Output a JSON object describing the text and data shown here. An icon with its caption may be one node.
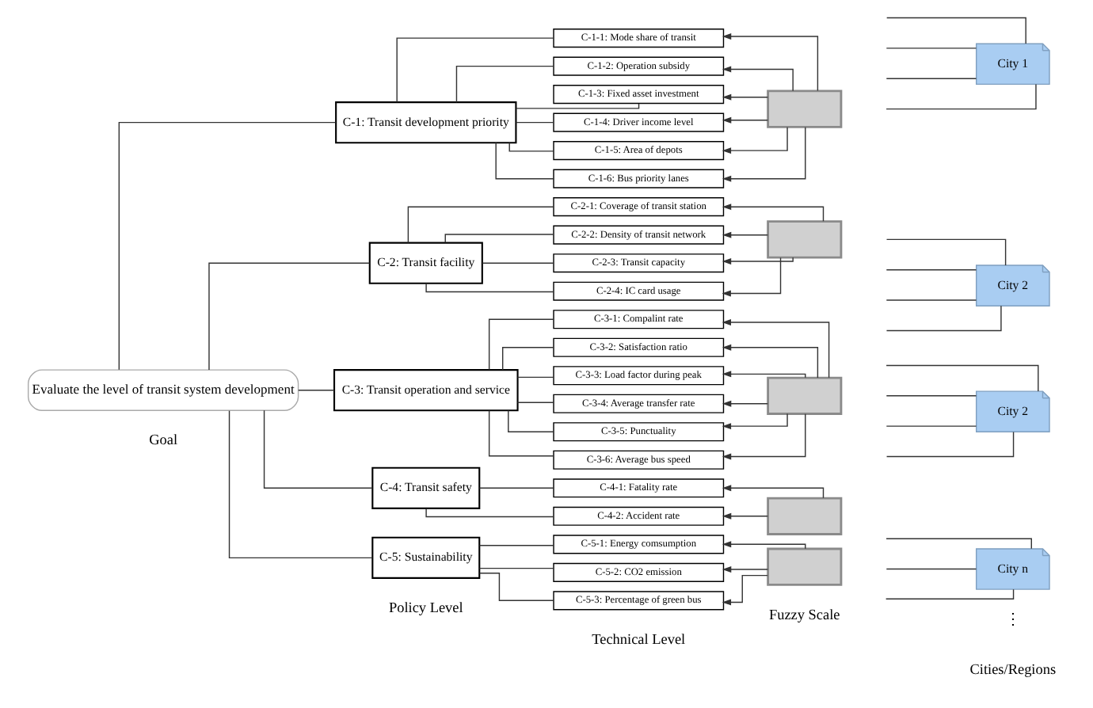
{
  "diagram": {
    "nodes": [
      {
        "text": [
          "Evaluate the level of transit system development"
        ]
      },
      {
        "text": [
          "C-1: Transit development priority"
        ]
      },
      {
        "text": [
          "C-1-1: Mode share of transit"
        ]
      },
      {
        "text": [
          "C-1-2: Operation subsidy"
        ]
      },
      {
        "text": [
          "C-1-3: Fixed asset investment"
        ]
      },
      {
        "text": [
          "C-1-4: Driver income level"
        ]
      },
      {
        "text": [
          "C-1-5: Area of depots"
        ]
      },
      {
        "text": [
          "C-1-6: Bus priority lanes"
        ]
      },
      {
        "text": [
          "C-2: Transit facility"
        ]
      },
      {
        "text": [
          "C-2-1: Coverage of transit station"
        ]
      },
      {
        "text": [
          "C-2-2: Density of transit network"
        ]
      },
      {
        "text": [
          "C-2-3: Transit capacity"
        ]
      },
      {
        "text": [
          "C-2-4: IC card usage"
        ]
      },
      {
        "text": [
          "C-3: Transit operation and service"
        ]
      },
      {
        "text": [
          "C-3-1: Compalint rate"
        ]
      },
      {
        "text": [
          "C-3-2: Satisfaction ratio"
        ]
      },
      {
        "text": [
          "C-3-3: Load factor during peak"
        ]
      },
      {
        "text": [
          "C-3-4: Average transfer rate"
        ]
      },
      {
        "text": [
          "C-3-5: Punctuality"
        ]
      },
      {
        "text": [
          "C-3-6: Average bus speed"
        ]
      },
      {
        "text": [
          "C-4: Transit safety"
        ]
      },
      {
        "text": [
          "C-4-1: Fatality rate"
        ]
      },
      {
        "text": [
          "C-4-2: Accident rate"
        ]
      },
      {
        "text": [
          "C-5: Sustainability"
        ]
      },
      {
        "text": [
          "C-5-1: Energy comsumption"
        ]
      },
      {
        "text": [
          "C-5-2: CO2 emission"
        ]
      },
      {
        "text": [
          "C-5-3: Percentage of green bus"
        ]
      },
      {
        "text": [],
        "shape": "box"
      },
      {
        "text": [],
        "shape": "box"
      },
      {
        "text": [],
        "shape": "box"
      },
      {
        "text": [],
        "shape": "box"
      },
      {
        "text": [],
        "shape": "box"
      },
      {
        "text": [
          "City 1"
        ]
      },
      {
        "text": [
          "City 2"
        ]
      },
      {
        "text": [
          "City 2"
        ]
      },
      {
        "text": [
          "City n"
        ]
      }
    ],
    "edges": [
      {
        "from": 0,
        "to": 1,
        "arrow": "none"
      },
      {
        "from": 0,
        "to": 8,
        "arrow": "none"
      },
      {
        "from": 0,
        "to": 13,
        "arrow": "none"
      },
      {
        "from": 0,
        "to": 20,
        "arrow": "none"
      },
      {
        "from": 0,
        "to": 23,
        "arrow": "none"
      },
      {
        "from": 1,
        "to": 2,
        "arrow": "none"
      },
      {
        "from": 1,
        "to": 3,
        "arrow": "none"
      },
      {
        "from": 1,
        "to": 4,
        "arrow": "none"
      },
      {
        "from": 1,
        "to": 5,
        "arrow": "none"
      },
      {
        "from": 1,
        "to": 6,
        "arrow": "none"
      },
      {
        "from": 1,
        "to": 7,
        "arrow": "none"
      },
      {
        "from": 8,
        "to": 9,
        "arrow": "none"
      },
      {
        "from": 8,
        "to": 10,
        "arrow": "none"
      },
      {
        "from": 8,
        "to": 11,
        "arrow": "none"
      },
      {
        "from": 8,
        "to": 12,
        "arrow": "none"
      },
      {
        "from": 13,
        "to": 14,
        "arrow": "none"
      },
      {
        "from": 13,
        "to": 15,
        "arrow": "none"
      },
      {
        "from": 13,
        "to": 16,
        "arrow": "none"
      },
      {
        "from": 13,
        "to": 17,
        "arrow": "none"
      },
      {
        "from": 13,
        "to": 18,
        "arrow": "none"
      },
      {
        "from": 13,
        "to": 19,
        "arrow": "none"
      },
      {
        "from": 20,
        "to": 21,
        "arrow": "none"
      },
      {
        "from": 20,
        "to": 22,
        "arrow": "none"
      },
      {
        "from": 23,
        "to": 24,
        "arrow": "none"
      },
      {
        "from": 23,
        "to": 25,
        "arrow": "none"
      },
      {
        "from": 23,
        "to": 26,
        "arrow": "none"
      },
      {
        "from": 27,
        "to": 2,
        "arrow": "to"
      },
      {
        "from": 27,
        "to": 3,
        "arrow": "to"
      },
      {
        "from": 27,
        "to": 4,
        "arrow": "to"
      },
      {
        "from": 27,
        "to": 5,
        "arrow": "to"
      },
      {
        "from": 27,
        "to": 6,
        "arrow": "to"
      },
      {
        "from": 27,
        "to": 7,
        "arrow": "to"
      },
      {
        "from": 28,
        "to": 9,
        "arrow": "to"
      },
      {
        "from": 28,
        "to": 10,
        "arrow": "to"
      },
      {
        "from": 28,
        "to": 11,
        "arrow": "to"
      },
      {
        "from": 28,
        "to": 12,
        "arrow": "to"
      },
      {
        "from": 29,
        "to": 14,
        "arrow": "to"
      },
      {
        "from": 29,
        "to": 15,
        "arrow": "to"
      },
      {
        "from": 29,
        "to": 16,
        "arrow": "to"
      },
      {
        "from": 29,
        "to": 17,
        "arrow": "to"
      },
      {
        "from": 29,
        "to": 18,
        "arrow": "to"
      },
      {
        "from": 29,
        "to": 19,
        "arrow": "to"
      },
      {
        "from": 30,
        "to": 21,
        "arrow": "to"
      },
      {
        "from": 30,
        "to": 22,
        "arrow": "to"
      },
      {
        "from": 31,
        "to": 24,
        "arrow": "to"
      },
      {
        "from": 31,
        "to": 25,
        "arrow": "to"
      },
      {
        "from": 31,
        "to": 26,
        "arrow": "to"
      },
      {
        "from": 32,
        "to": null,
        "arrow": "none"
      },
      {
        "from": 32,
        "to": null,
        "arrow": "none"
      },
      {
        "from": 32,
        "to": null,
        "arrow": "none"
      },
      {
        "from": 32,
        "to": null,
        "arrow": "none"
      },
      {
        "from": 33,
        "to": null,
        "arrow": "none"
      },
      {
        "from": 33,
        "to": null,
        "arrow": "none"
      },
      {
        "from": 33,
        "to": null,
        "arrow": "none"
      },
      {
        "from": 33,
        "to": null,
        "arrow": "none"
      },
      {
        "from": 34,
        "to": null,
        "arrow": "none"
      },
      {
        "from": 34,
        "to": null,
        "arrow": "none"
      },
      {
        "from": 34,
        "to": null,
        "arrow": "none"
      },
      {
        "from": 34,
        "to": null,
        "arrow": "none"
      },
      {
        "from": 35,
        "to": null,
        "arrow": "none"
      },
      {
        "from": 35,
        "to": null,
        "arrow": "none"
      },
      {
        "from": 35,
        "to": null,
        "arrow": "none"
      }
    ],
    "labels": [
      "Goal",
      "Policy Level",
      "Technical Level",
      "Fuzzy Scale",
      "Cities/Regions",
      "⋮"
    ]
  }
}
